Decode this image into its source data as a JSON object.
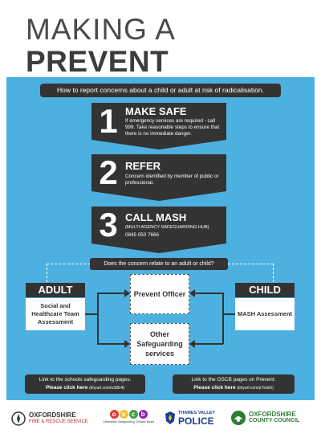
{
  "title": {
    "line1": "MAKING A",
    "line2": "PREVENT REFERRAL"
  },
  "intro": "How to report concerns about a child or adult at risk of radicalisation.",
  "steps": [
    {
      "number": "1",
      "title": "MAKE SAFE",
      "text": "If emergency services are required - call 999. Take reasonable steps to ensure that there is no immediate danger."
    },
    {
      "number": "2",
      "title": "REFER",
      "text": "Concern identified by member of public or professional."
    },
    {
      "number": "3",
      "title": "CALL MASH",
      "subtitle": "(MULTI AGENCY SAFEGUARDING HUB)",
      "phone": "0845 050 7666"
    }
  ],
  "question": "Does the concern relate to an adult or child?",
  "adult": {
    "label": "ADULT",
    "box": "Social and Healthcare Team Assessment"
  },
  "child": {
    "label": "CHILD",
    "box": "MASH Assessment"
  },
  "middle": {
    "top": "Prevent Officer",
    "bottom": "Other Safeguarding services"
  },
  "links": [
    {
      "text": "Link to the schools safeguarding pages:",
      "click": "Please click here",
      "url": "(tinyurl.com/o3t8z4)"
    },
    {
      "text": "Link to the OSCB pages on Prevent:",
      "click": "Please click here",
      "url": "(tinyurl.com/p7eds5)"
    }
  ],
  "logos": {
    "fire_line1": "OXFORDSHIRE",
    "fire_line2": "FIRE & RESCUE SERVICE",
    "oscb_letters": [
      "o",
      "s",
      "c",
      "b"
    ],
    "oscb_text": "Oxfordshire Safeguarding Children Board",
    "police_line1": "THAMES VALLEY",
    "police_line2": "POLICE",
    "council_line1": "OXFORDSHIRE",
    "council_line2": "COUNTY COUNCIL"
  },
  "colors": {
    "blue": "#4cb0e0",
    "dark": "#333333",
    "police_blue": "#1c3f94",
    "council_green": "#2e7d32"
  }
}
